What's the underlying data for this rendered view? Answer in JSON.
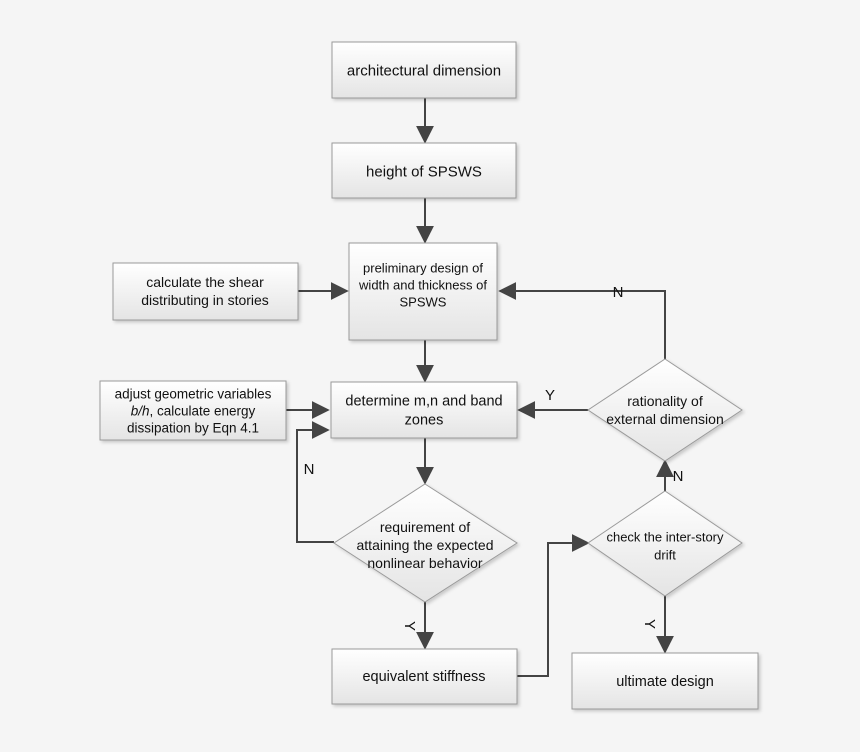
{
  "flowchart": {
    "nodes": {
      "architectural_dimension": {
        "lines": [
          "architectural dimension"
        ]
      },
      "height_spsws": {
        "lines": [
          "height of SPSWS"
        ]
      },
      "preliminary_design": {
        "lines": [
          "preliminary design of",
          "width and thickness of",
          "SPSWS"
        ]
      },
      "calculate_shear": {
        "lines": [
          "calculate the shear",
          "distributing in stories"
        ]
      },
      "adjust_geometric": {
        "lines": [
          [
            {
              "t": "adjust geometric variables"
            }
          ],
          [
            {
              "t": "b/h",
              "i": true
            },
            {
              "t": ", calculate energy"
            }
          ],
          [
            {
              "t": "dissipation by Eqn 4.1"
            }
          ]
        ]
      },
      "determine_mn": {
        "lines": [
          "determine m,n and band",
          "zones"
        ]
      },
      "rationality": {
        "lines": [
          "rationality of",
          "external dimension"
        ]
      },
      "requirement": {
        "lines": [
          "requirement of",
          "attaining the expected",
          "nonlinear behavior"
        ]
      },
      "check_drift": {
        "lines": [
          "check the inter-story",
          "drift"
        ]
      },
      "equivalent_stiffness": {
        "lines": [
          "equivalent stiffness"
        ]
      },
      "ultimate_design": {
        "lines": [
          "ultimate design"
        ]
      }
    },
    "edge_labels": {
      "rationality_no": "N",
      "rationality_yes": "Y",
      "requirement_no": "N",
      "requirement_yes": "Y",
      "drift_no": "N",
      "drift_yes": "Y"
    },
    "colors": {
      "box_fill_top": "#ffffff",
      "box_fill_bottom": "#e6e6e6",
      "box_stroke": "#9a9a9a",
      "arrow": "#444444",
      "background": "#f5f5f5"
    }
  }
}
